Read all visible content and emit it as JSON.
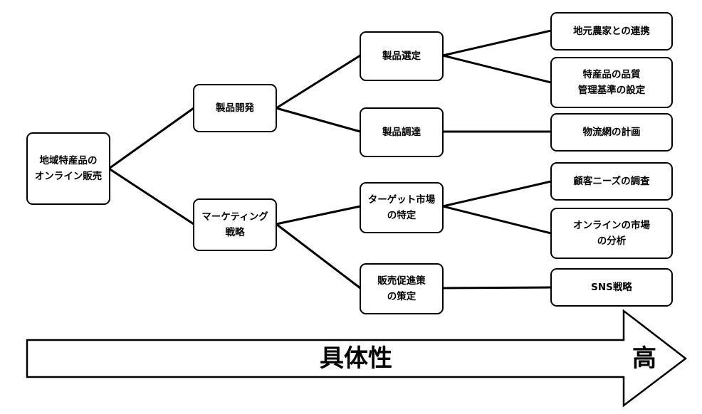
{
  "diagram": {
    "root": "地域特産品の\nオンライン販売",
    "level1": {
      "product": "製品開発",
      "marketing": "マーケティング\n戦略"
    },
    "level2": {
      "selection": "製品選定",
      "procurement": "製品調達",
      "target": "ターゲット市場\nの特定",
      "promotion": "販売促進策\nの策定"
    },
    "level3": {
      "farmers": "地元農家との連携",
      "quality": "特産品の品質\n管理基準の設定",
      "logistics": "物流網の計画",
      "needs": "顧客ニーズの調査",
      "online_market": "オンラインの市場\nの分析",
      "sns": "SNS戦略"
    }
  },
  "arrow": {
    "label": "具体性",
    "end_label": "高"
  }
}
